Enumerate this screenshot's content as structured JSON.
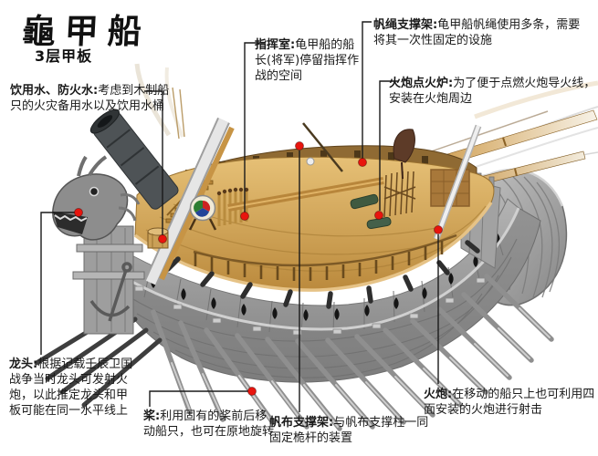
{
  "title": {
    "main": "龜甲船",
    "subtitle": "3层甲板"
  },
  "ui": {
    "separator": ":"
  },
  "annotations": {
    "water": {
      "term": "饮用水、防火水",
      "desc": "考虑到木制船只的火灾备用水以及饮用水桶"
    },
    "command": {
      "term": "指挥室",
      "desc": "龟甲船的船长(将军)停留指挥作战的空间"
    },
    "sail_rope": {
      "term": "帆绳支撑架",
      "desc": "龟甲船帆绳使用多条，需要将其一次性固定的设施"
    },
    "igniter": {
      "term": "火炮点火炉",
      "desc": "为了便于点燃火炮导火线，安装在火炮周边"
    },
    "dragon": {
      "term": "龙头",
      "desc": "根据记载壬辰卫国战争当时龙头可发射火炮，以此推定龙头和甲板可能在同一水平线上"
    },
    "oar": {
      "term": "桨",
      "desc": "利用固有的桨前后移动船只，也可在原地旋转"
    },
    "sail_cloth": {
      "term": "帆布支撑架",
      "desc": "与帆布支撑柱一同固定桅杆的装置"
    },
    "cannon": {
      "term": "火炮",
      "desc": "在移动的船只上也可利用四面安装的火炮进行射击"
    }
  },
  "colors": {
    "marker": "#e8150e",
    "text": "#1a1a1a",
    "leader_line": "#1a1a1a",
    "deck_wood": "#d2a258",
    "hull_gray": "#9a9a9a"
  },
  "illustration": {
    "subject": "turtle-ship-cutaway-diagram"
  }
}
